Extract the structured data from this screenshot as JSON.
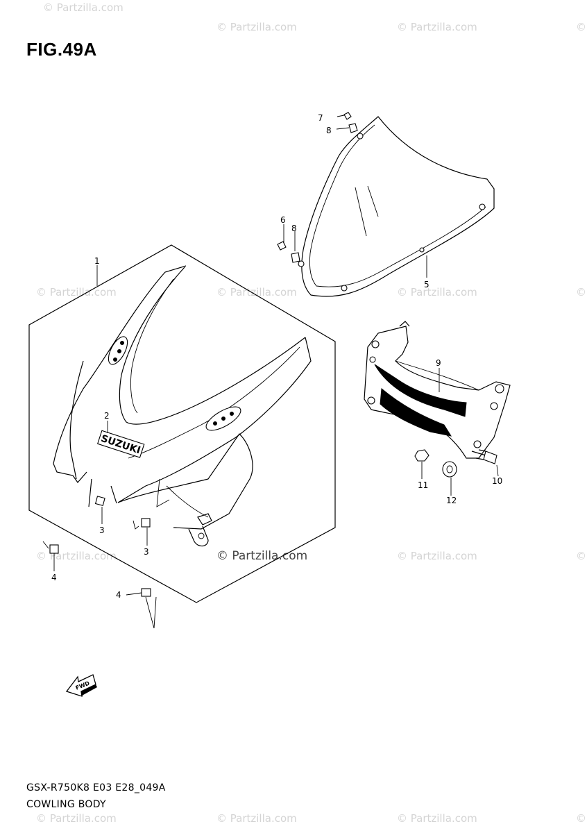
{
  "figure": {
    "title": "FIG.49A",
    "model_code": "GSX-R750K8 E03 E28_049A",
    "section_name": "COWLING BODY"
  },
  "watermark": "© Partzilla.com",
  "badge_text": "SUZUKI",
  "arrow_label": "FWD",
  "callouts": [
    "1",
    "2",
    "3",
    "3",
    "4",
    "4",
    "5",
    "6",
    "7",
    "8",
    "8",
    "9",
    "10",
    "11",
    "12"
  ]
}
